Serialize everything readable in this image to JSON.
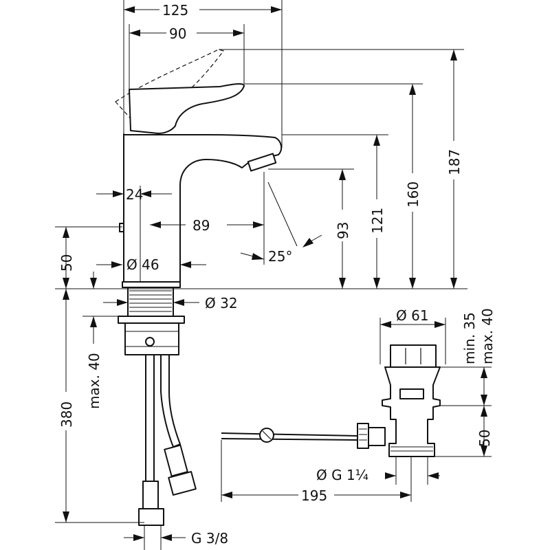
{
  "drawing": {
    "dimensions": {
      "total_reach": "125",
      "lever_reach": "90",
      "height_total": "187",
      "height_lever": "160",
      "height_spout": "121",
      "height_outlet": "93",
      "spout_projection": "89",
      "spout_angle": "25°",
      "body_offset": "24",
      "base_diameter": "Ø 46",
      "tap_hole_diameter": "Ø 32",
      "height_above_deck": "50",
      "mounting_max": "max. 40",
      "hose_length": "380",
      "hose_connection": "G 3/8",
      "waste_diameter": "Ø 61",
      "waste_min": "min. 35",
      "waste_max": "max. 40",
      "waste_height": "50",
      "waste_outlet": "Ø G 1¼",
      "waste_reach": "195"
    }
  }
}
